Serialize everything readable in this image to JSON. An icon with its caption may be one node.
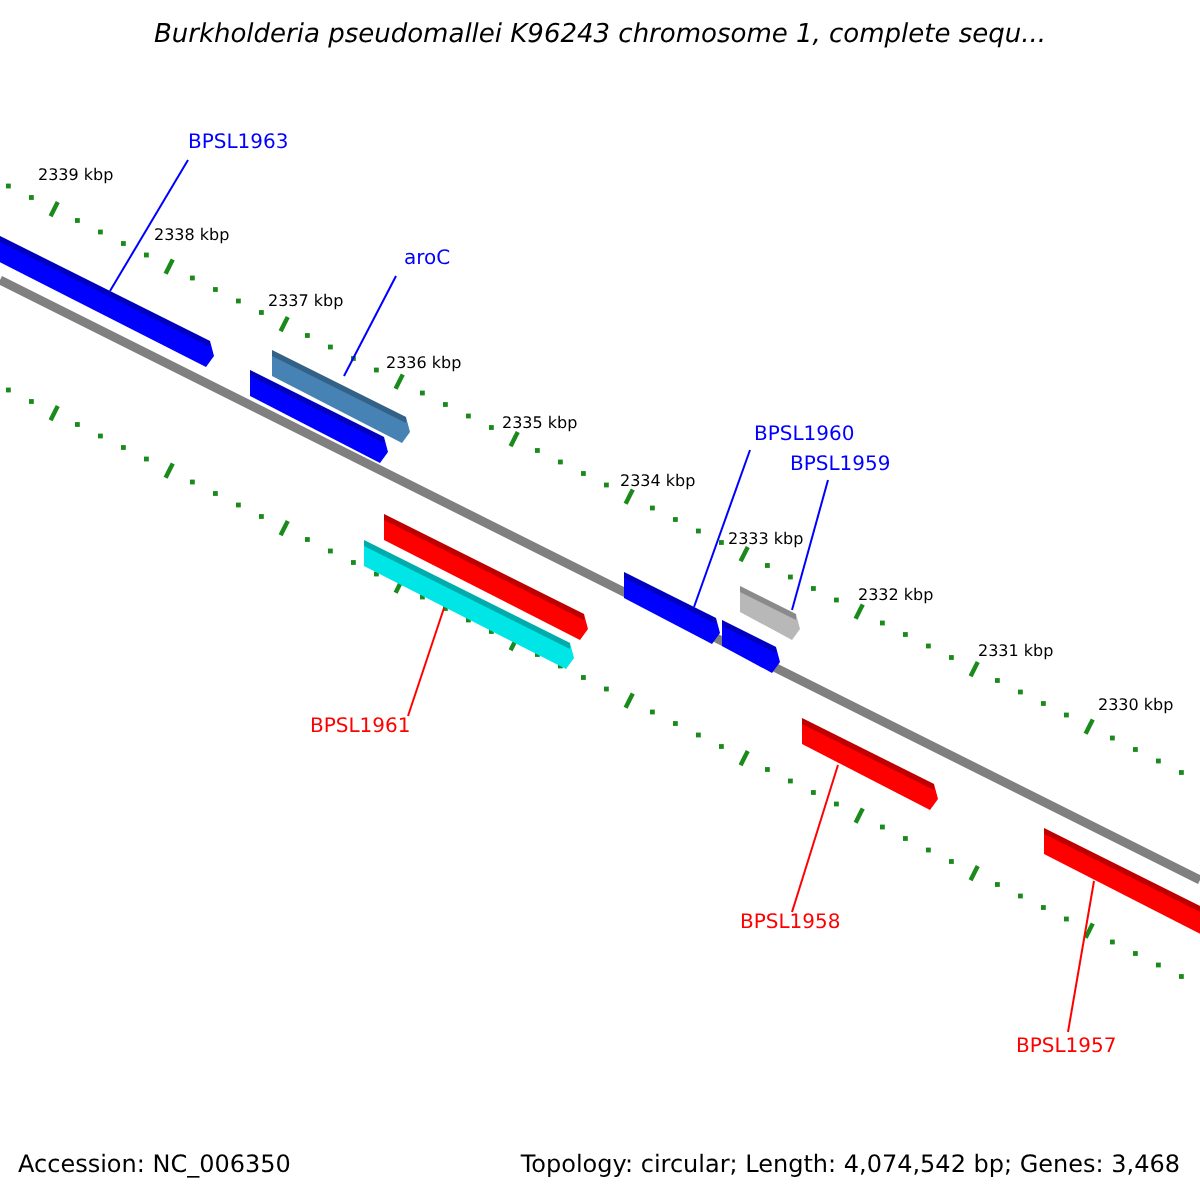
{
  "diagram": {
    "title": "Burkholderia pseudomallei K96243 chromosome 1, complete sequ...",
    "nodes": [
      {
        "text": [
          "BPSL1963"
        ]
      },
      {
        "text": [
          "aroC"
        ]
      },
      {
        "text": [
          "BPSL1960"
        ]
      },
      {
        "text": [
          "BPSL1959"
        ]
      },
      {
        "text": [
          "BPSL1961"
        ]
      },
      {
        "text": [
          "BPSL1958"
        ]
      },
      {
        "text": [
          "BPSL1957"
        ]
      },
      {
        "text": [],
        "shape": "bar"
      },
      {
        "text": [],
        "shape": "bar"
      },
      {
        "text": [],
        "shape": "bar"
      },
      {
        "text": [],
        "shape": "bar"
      },
      {
        "text": [],
        "shape": "bar"
      },
      {
        "text": [],
        "shape": "bar"
      },
      {
        "text": [],
        "shape": "bar"
      },
      {
        "text": [],
        "shape": "bar"
      },
      {
        "text": [],
        "shape": "bar"
      },
      {
        "text": [],
        "shape": "bar"
      }
    ],
    "edges": [
      {
        "from": 0,
        "to": 7,
        "arrow": "none"
      },
      {
        "from": 1,
        "to": 9,
        "arrow": "none"
      },
      {
        "from": 2,
        "to": 12,
        "arrow": "none"
      },
      {
        "from": 3,
        "to": 14,
        "arrow": "none"
      },
      {
        "from": 4,
        "to": 10,
        "arrow": "none",
        "color": "#ff0000"
      },
      {
        "from": 5,
        "to": 15,
        "arrow": "none",
        "color": "#ff0000"
      },
      {
        "from": 6,
        "to": 16,
        "arrow": "none",
        "color": "#ff0000"
      }
    ],
    "labels": [
      "2339 kbp",
      "2338 kbp",
      "2337 kbp",
      "2336 kbp",
      "2335 kbp",
      "2334 kbp",
      "2333 kbp",
      "2332 kbp",
      "2331 kbp",
      "2330 kbp",
      "Accession: NC_006350",
      "Topology: circular; Length: 4,074,542 bp; Genes: 3,468"
    ]
  }
}
